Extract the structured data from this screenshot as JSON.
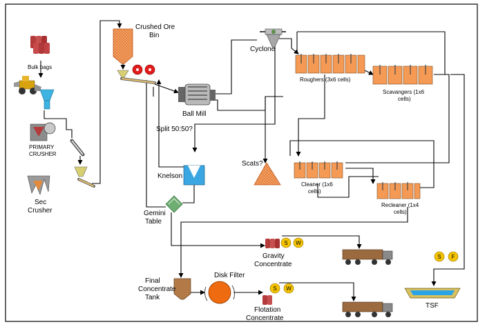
{
  "labels": {
    "bulk_bags": "Bulk bags",
    "primary_crusher_1": "PRIMARY",
    "primary_crusher_2": "CRUSHER",
    "sec_crusher_1": "Sec",
    "sec_crusher_2": "Crusher",
    "crushed_ore_bin_1": "Crushed Ore",
    "crushed_ore_bin_2": "Bin",
    "ball_mill": "Ball Mill",
    "cyclone": "Cyclone",
    "roughers": "Roughers (3x6 cells)",
    "scavangers_1": "Scavangers (1x6",
    "scavangers_2": "cells)",
    "split": "Split 50:50?",
    "knelson": "Knelson",
    "scats": "Scats?",
    "cleaner_1": "Cleaner (1x6",
    "cleaner_2": "cells)",
    "recleaner_1": "Recleaner (1x4",
    "recleaner_2": "cells)",
    "gemini_1": "Gemini",
    "gemini_2": "Table",
    "gravity_1": "Gravity",
    "gravity_2": "Concentrate",
    "final_tank_1": "Final",
    "final_tank_2": "Concentrate",
    "final_tank_3": "Tank",
    "disk_filter": "Disk Filter",
    "flotation_1": "Flotation",
    "flotation_2": "Concentrate",
    "tsf": "TSF"
  },
  "badges": {
    "s": "S",
    "w": "W",
    "f": "F"
  },
  "colors": {
    "orange": "#f59a55",
    "orange_dark": "#c96a1f",
    "red_badge": "#e21b1b",
    "yellow_badge": "#f5c400",
    "grey": "#9a9a9a",
    "blue_water": "#2aa4e6",
    "brown_tank": "#b37a48",
    "bag_red": "#b53a3a"
  }
}
